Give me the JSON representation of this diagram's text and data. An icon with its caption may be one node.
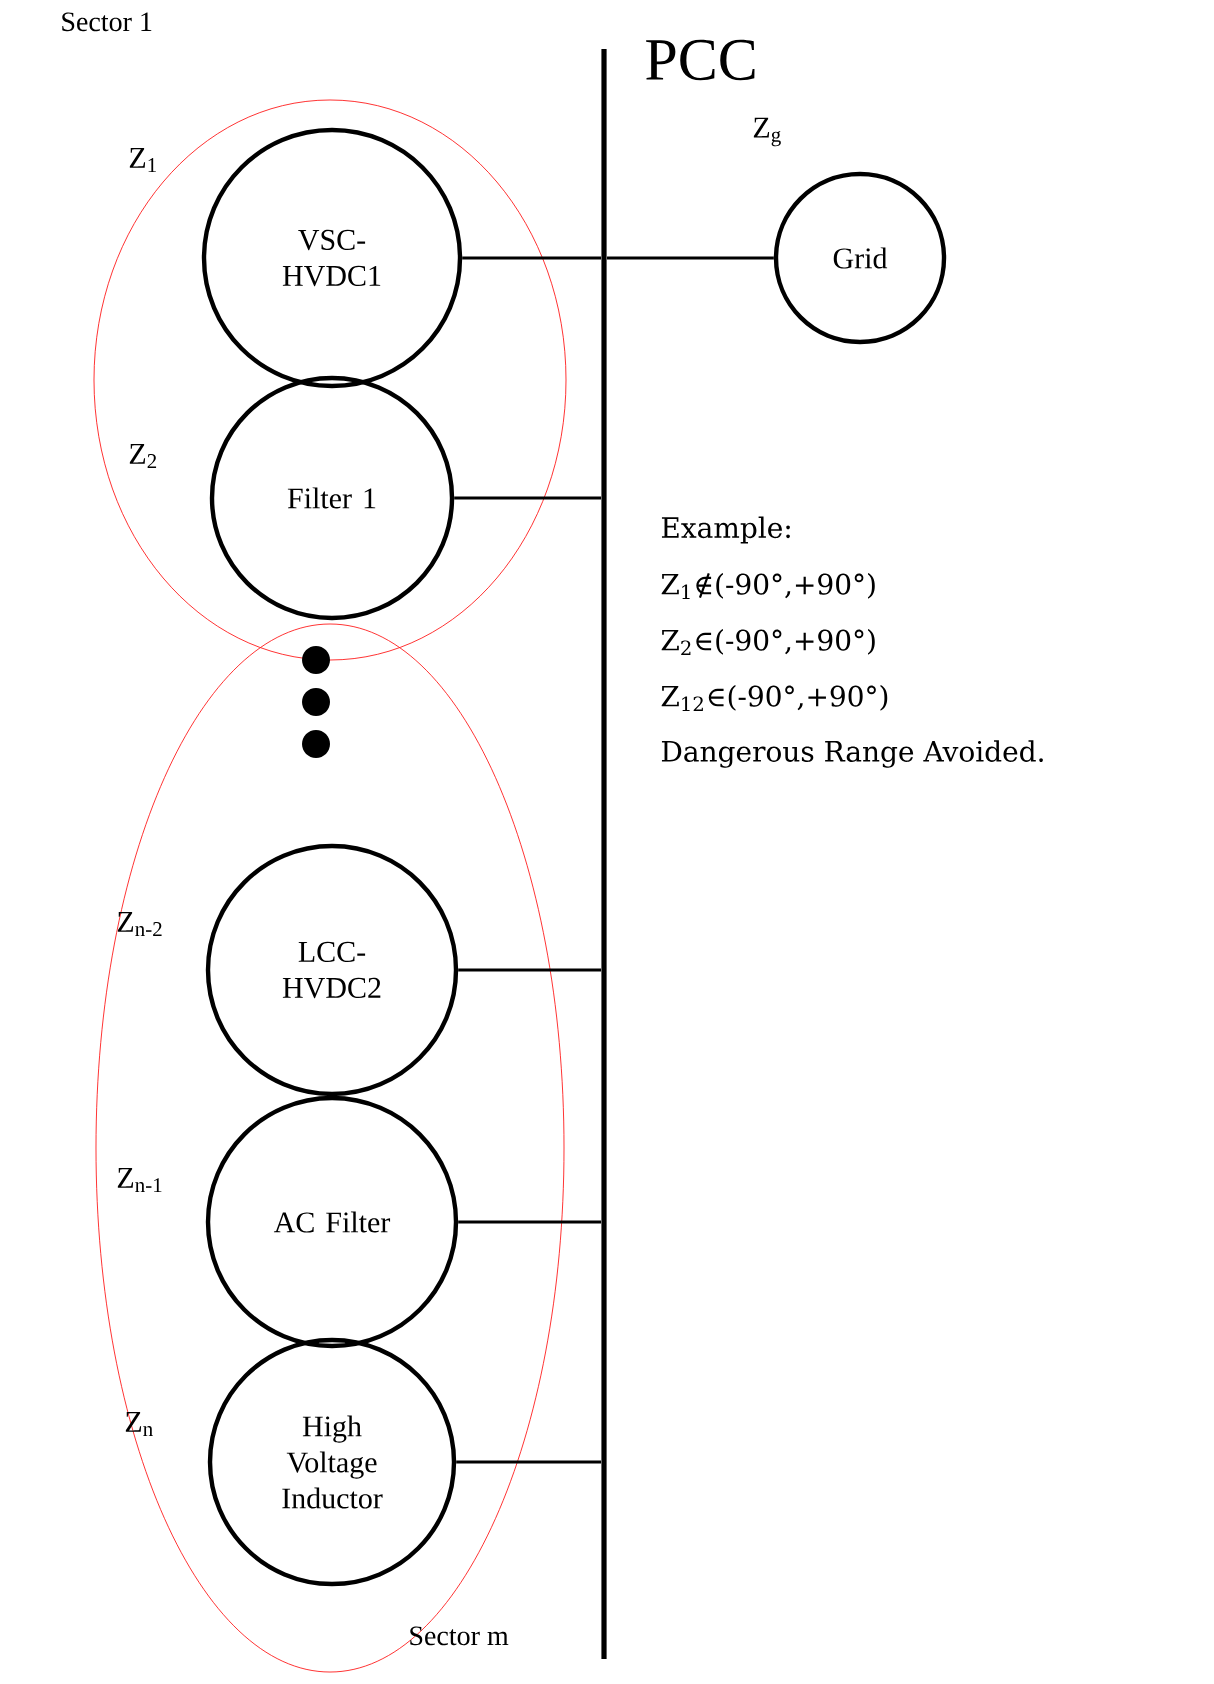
{
  "diagram": {
    "nodes": [
      {
        "text": [
          "Sector 1"
        ]
      },
      {
        "text": [
          "VSC-HVDC1"
        ],
        "in": 0,
        "beside": [
          "Z$_{1}$"
        ]
      },
      {
        "text": [
          "Filter 1"
        ],
        "in": 0,
        "beside": [
          "Z$_{2}$"
        ]
      },
      {
        "text": [
          "Sector m"
        ]
      },
      {
        "text": [
          "LCC-HVDC2"
        ],
        "in": 3,
        "beside": [
          "Z$_{n-2}$"
        ]
      },
      {
        "text": [
          "AC Filter"
        ],
        "in": 3,
        "beside": [
          "Z$_{n-1}$"
        ]
      },
      {
        "text": [
          "High Voltage Inductor"
        ],
        "in": 3,
        "beside": [
          "Z$_{n}$"
        ]
      },
      {
        "text": [
          "PCC"
        ]
      },
      {
        "text": [
          "Grid"
        ],
        "beside": [
          "Z$_{g}$"
        ]
      }
    ],
    "edges": [
      {
        "from": 1,
        "to": 7,
        "arrow": "none"
      },
      {
        "from": 7,
        "to": 8,
        "arrow": "none"
      },
      {
        "from": 2,
        "to": 7,
        "arrow": "none"
      },
      {
        "from": 4,
        "to": 7,
        "arrow": "none"
      },
      {
        "from": 5,
        "to": 7,
        "arrow": "none"
      },
      {
        "from": 6,
        "to": 7,
        "arrow": "none"
      }
    ],
    "labels": [
      "Example:",
      "Z$_{1}$∉(-90°,+90°)",
      "Z$_{2}$∈(-90°,+90°)",
      "Z$_{12}$∈(-90°,+90°)",
      "Dangerous Range Avoided."
    ]
  }
}
